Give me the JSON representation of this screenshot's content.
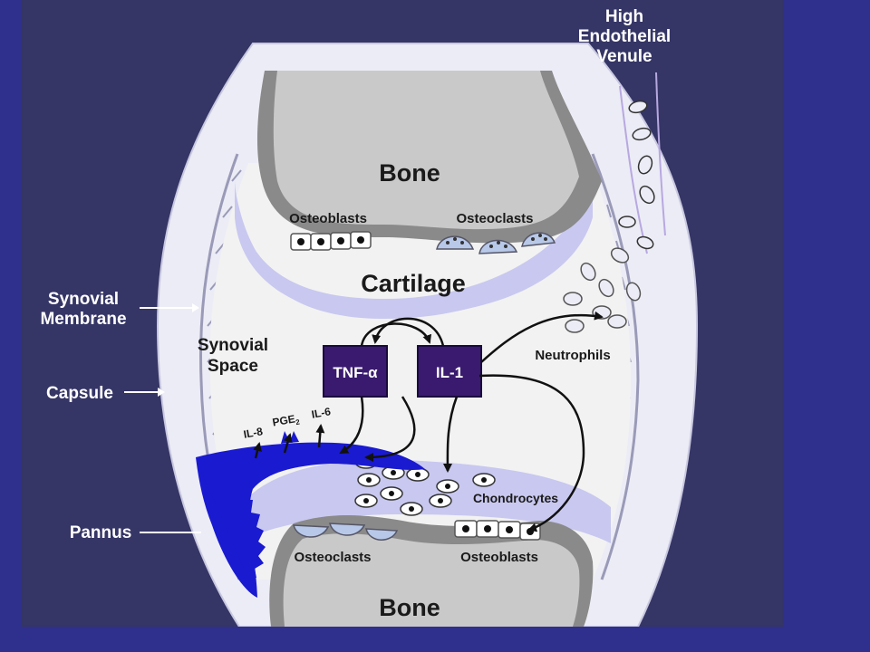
{
  "labels": {
    "bone_top": "Bone",
    "bone_bottom": "Bone",
    "cartilage": "Cartilage",
    "osteoblasts_top": "Osteoblasts",
    "osteoclasts_top": "Osteoclasts",
    "osteoclasts_bottom": "Osteoclasts",
    "osteoblasts_bottom": "Osteoblasts",
    "synovial_space_1": "Synovial",
    "synovial_space_2": "Space",
    "neutrophils": "Neutrophils",
    "chondrocytes": "Chondrocytes",
    "tnf": "TNF-α",
    "il1": "IL-1",
    "il8": "IL-8",
    "pge2": "PGE",
    "pge2_sub": "2",
    "il6": "IL-6",
    "venule_1": "High",
    "venule_2": "Endothelial",
    "venule_3": "Venule",
    "synovial_membrane_1": "Synovial",
    "synovial_membrane_2": "Membrane",
    "capsule": "Capsule",
    "pannus": "Pannus"
  },
  "colors": {
    "background": "#353566",
    "page_border": "#2f2f8e",
    "capsule_fill": "#ececf6",
    "synovial_fluid": "#f2f2f2",
    "cartilage": "#c8c8f0",
    "bone_fill": "#c9c9c9",
    "bone_cortex": "#8a8a8a",
    "cytokine_box": "#3a1a6e",
    "pannus": "#1a1ad0"
  }
}
